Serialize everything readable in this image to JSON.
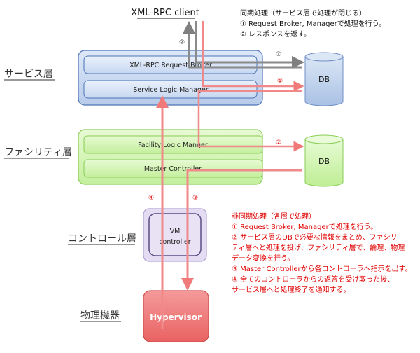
{
  "title": "XML-RPC client",
  "layers": {
    "service": "サービス層",
    "facility": "ファシリティ層",
    "control": "コントロール層",
    "physical": "物理機器"
  },
  "boxes": {
    "request_broker": "XML-RPC Request Broker",
    "service_logic_manager": "Service Logic Manager",
    "facility_logic_manager": "Facility Logic Manger",
    "master_controller": "Master Controller",
    "vm_controller_line1": "VM",
    "vm_controller_line2": "controller",
    "hypervisor": "Hypervisor",
    "db_service": "DB",
    "db_facility": "DB"
  },
  "sync_note": [
    "同期処理（サービス層で処理が閉じる）",
    "① Request Broker, Managerで処理を行う。",
    "② レスポンスを返す。"
  ],
  "async_note": [
    "非同期処理（各層で処理）",
    "① Request Broker, Managerで処理を行う。",
    "② サービス層のDBで必要な情報をまとめ、ファシリ",
    "ティ層へと処理を投げ、ファシリティ層で、論理、物理",
    "データ変換を行う。",
    "③ Master Controllerから各コントローラへ指示を出す。",
    "④ 全てのコントローラからの返答を受け取った後、",
    "サービス層へと処理終了を通知する。"
  ],
  "arrow_labels": {
    "sync_response": "②",
    "sync_to_db": "①",
    "async_to_db": "①",
    "async_to_facility_db": "②",
    "async_to_hypervisor": "③",
    "async_return": "④"
  },
  "colors": {
    "service_fill": "#c5d6f1",
    "service_border": "#4b73b8",
    "facility_fill": "#d3f4b4",
    "facility_border": "#88cc55",
    "control_fill": "#e0d8f0",
    "control_border": "#9b89c4",
    "hypervisor_fill": "#f07878",
    "db_fill": "#b9cde9",
    "sync_arrow": "#808080",
    "async_arrow": "#f08080",
    "async_text": "#e00000"
  }
}
